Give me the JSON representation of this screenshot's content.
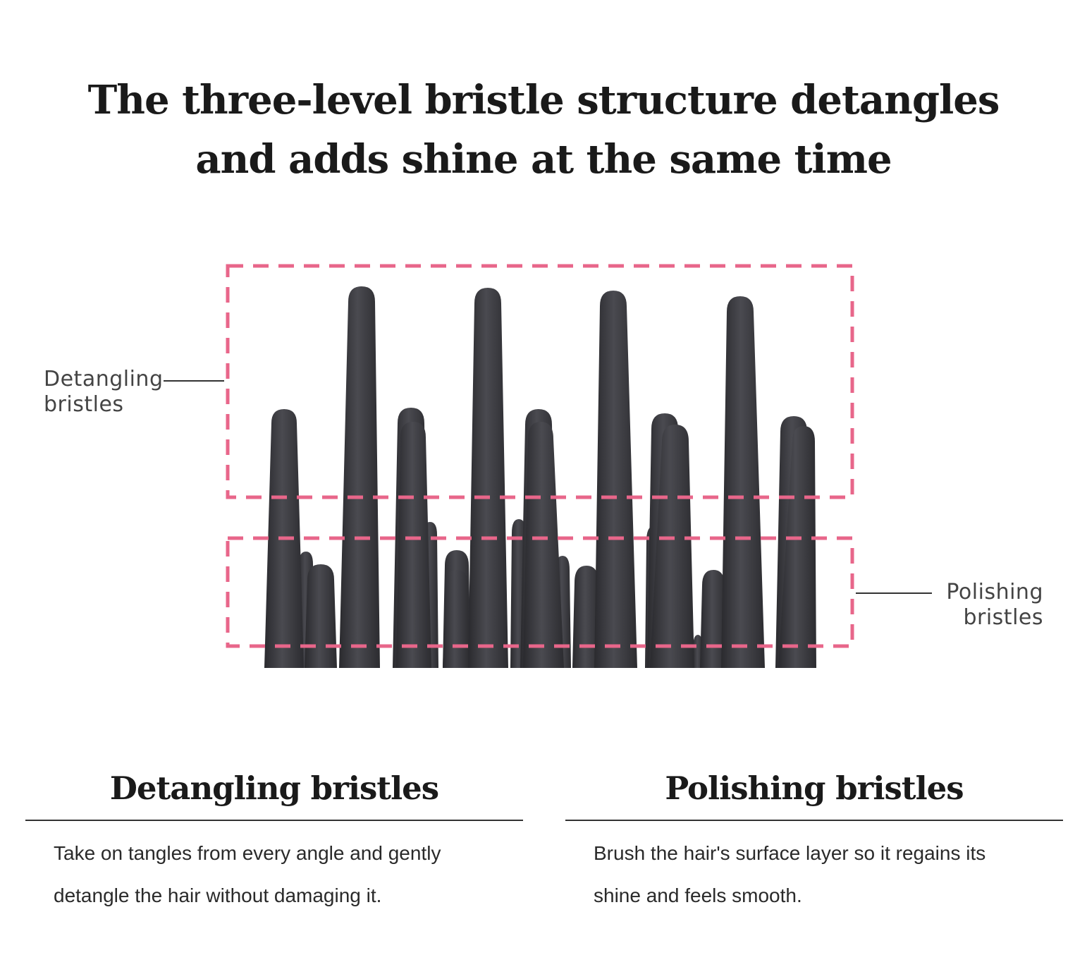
{
  "headline": {
    "line1": "The three-level bristle structure detangles",
    "line2": "and adds shine at the same time"
  },
  "diagram": {
    "callouts": {
      "detangling": [
        "Detangling",
        "bristles"
      ],
      "polishing": [
        "Polishing",
        "bristles"
      ]
    },
    "colors": {
      "zone_outline": "#e8668a",
      "bristle": "#3a3a3e",
      "bristle_dark": "#2b2b2f",
      "leader_line": "#333333"
    }
  },
  "features": [
    {
      "title": "Detangling bristles",
      "body": "Take on tangles from every angle and gently detangle the hair without damaging it."
    },
    {
      "title": "Polishing bristles",
      "body": "Brush the hair's surface layer so it regains its shine and feels smooth."
    }
  ]
}
